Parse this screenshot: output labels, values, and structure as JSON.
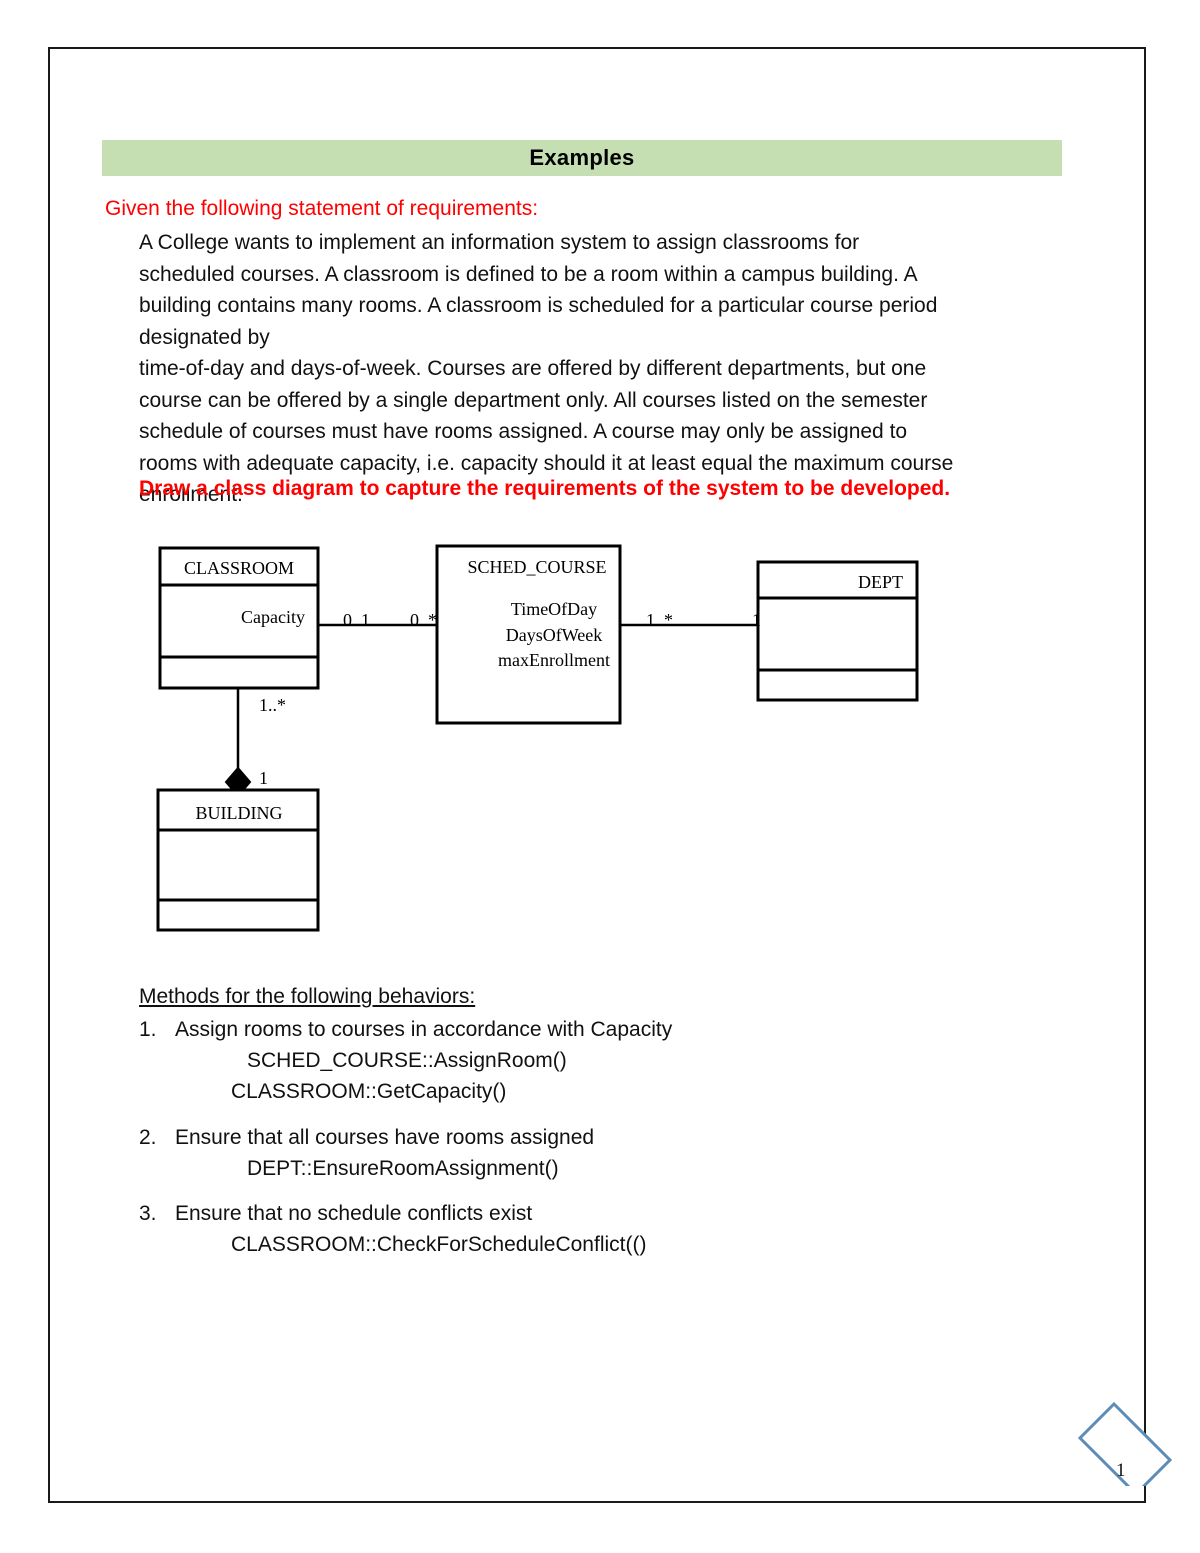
{
  "document": {
    "title_banner": "Examples",
    "banner_color": "#c5dfb2",
    "accent_red": "#ff0000",
    "page_number": "1"
  },
  "requirements": {
    "heading": "Given the following statement of requirements:",
    "lines": [
      "A College wants to implement an information system to assign classrooms for",
      "scheduled courses. A classroom is defined to be a room within a campus building.  A",
      "building contains many rooms.  A classroom is scheduled for a particular course period",
      "designated by",
      "time-of-day and days-of-week.  Courses are offered by different departments, but one",
      "course can be offered by a single department only.  All courses listed on the semester",
      "schedule of courses must have rooms assigned. A course may only be assigned to",
      "rooms with adequate capacity, i.e. capacity should it at least equal the maximum course",
      "enrollment."
    ],
    "instruction": "Draw a class diagram to capture the requirements of the system to be developed."
  },
  "class_diagram": {
    "classes": [
      {
        "id": "classroom",
        "name": "CLASSROOM",
        "attributes": [
          "Capacity"
        ],
        "operations": []
      },
      {
        "id": "sched_course",
        "name": "SCHED_COURSE",
        "attributes": [
          "TimeOfDay",
          "DaysOfWeek",
          "maxEnrollment"
        ],
        "operations": []
      },
      {
        "id": "dept",
        "name": "DEPT",
        "attributes": [],
        "operations": []
      },
      {
        "id": "building",
        "name": "BUILDING",
        "attributes": [],
        "operations": []
      }
    ],
    "associations": [
      {
        "from": "classroom",
        "to": "sched_course",
        "from_multiplicity": "0..1",
        "to_multiplicity": "0..*",
        "type": "association"
      },
      {
        "from": "sched_course",
        "to": "dept",
        "from_multiplicity": "1..*",
        "to_multiplicity": "1",
        "type": "association"
      },
      {
        "from": "classroom",
        "to": "building",
        "from_multiplicity": "1..*",
        "to_multiplicity": "1",
        "type": "composition"
      }
    ]
  },
  "methods": {
    "heading": "Methods for the following behaviors:",
    "items": [
      {
        "number": "1.",
        "behavior": "Assign rooms to courses in accordance with Capacity",
        "signatures": [
          "SCHED_COURSE::AssignRoom()",
          "CLASSROOM::GetCapacity()"
        ]
      },
      {
        "number": "2.",
        "behavior": "Ensure that all courses have rooms assigned",
        "signatures": [
          "DEPT::EnsureRoomAssignment()"
        ]
      },
      {
        "number": "3.",
        "behavior": "Ensure that no schedule conflicts exist",
        "signatures": [
          "CLASSROOM::CheckForScheduleConflict(()"
        ]
      }
    ]
  }
}
